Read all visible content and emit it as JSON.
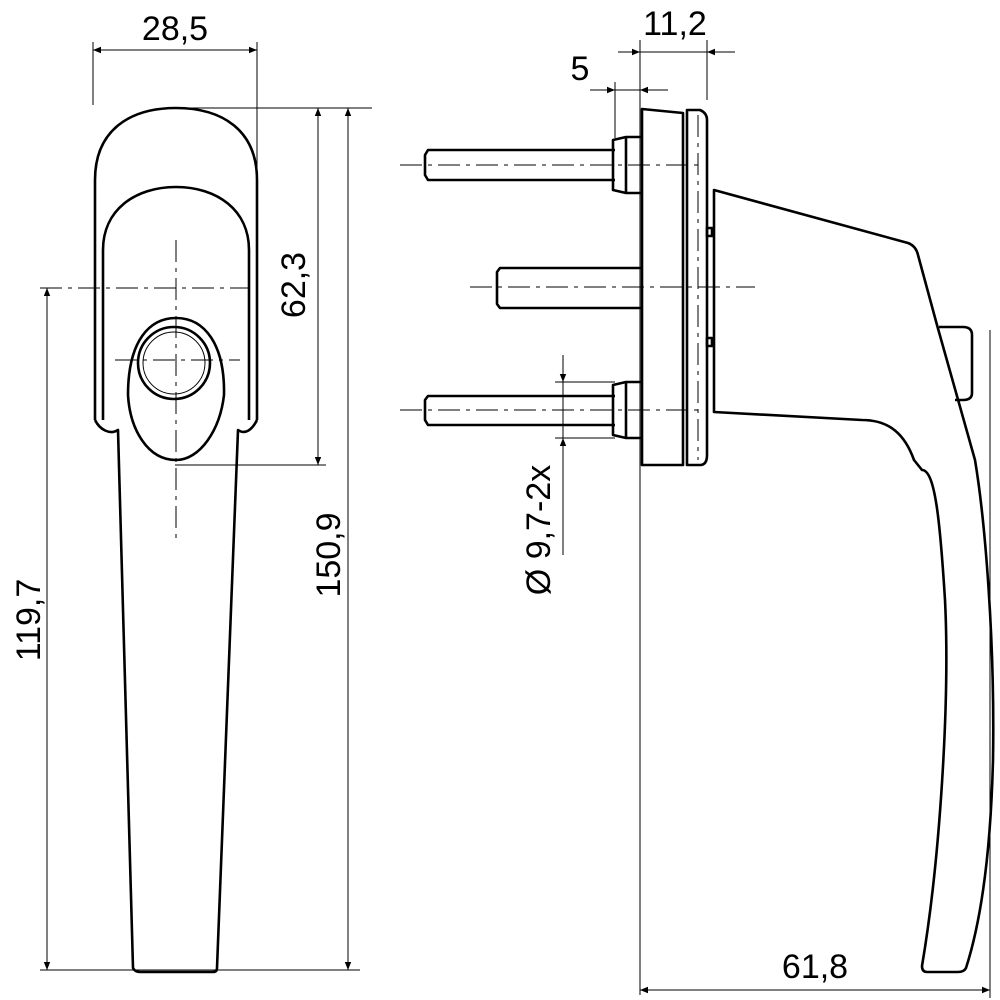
{
  "drawing": {
    "front_view": {
      "width_dim": "28,5",
      "rose_height_dim": "62,3",
      "total_height_dim": "150,9",
      "lever_height_dim": "119,7"
    },
    "side_view": {
      "depth_dim": "11,2",
      "pin_offset_dim": "5",
      "pin_diameter_dim": "Ø 9,7-2x",
      "projection_dim": "61,8"
    }
  }
}
